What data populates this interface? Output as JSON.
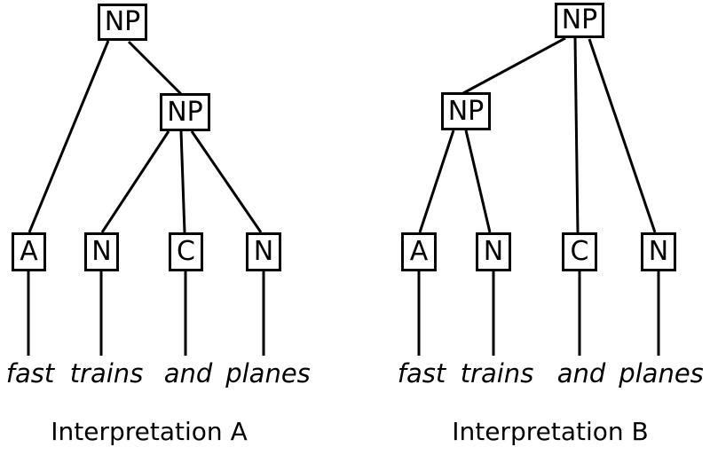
{
  "diagram_title": "",
  "sentence": "fast trains and planes",
  "colors": {
    "background": "#ffffff",
    "line": "#000000",
    "text": "#000000"
  },
  "trees": [
    {
      "caption": "Interpretation A",
      "nodes": {
        "root": "NP",
        "inner": "NP",
        "leaf1": "A",
        "leaf2": "N",
        "leaf3": "C",
        "leaf4": "N"
      },
      "words": [
        "fast",
        "trains",
        "and",
        "planes"
      ],
      "edges": [
        [
          "root",
          "leaf1"
        ],
        [
          "root",
          "inner"
        ],
        [
          "inner",
          "leaf2"
        ],
        [
          "inner",
          "leaf3"
        ],
        [
          "inner",
          "leaf4"
        ],
        [
          "leaf1",
          "word-fast"
        ],
        [
          "leaf2",
          "word-trains"
        ],
        [
          "leaf3",
          "word-and"
        ],
        [
          "leaf4",
          "word-planes"
        ]
      ]
    },
    {
      "caption": "Interpretation B",
      "nodes": {
        "root": "NP",
        "inner": "NP",
        "leaf1": "A",
        "leaf2": "N",
        "leaf3": "C",
        "leaf4": "N"
      },
      "words": [
        "fast",
        "trains",
        "and",
        "planes"
      ],
      "edges": [
        [
          "root",
          "inner"
        ],
        [
          "root",
          "leaf3"
        ],
        [
          "root",
          "leaf4"
        ],
        [
          "inner",
          "leaf1"
        ],
        [
          "inner",
          "leaf2"
        ],
        [
          "leaf1",
          "word-fast"
        ],
        [
          "leaf2",
          "word-trains"
        ],
        [
          "leaf3",
          "word-and"
        ],
        [
          "leaf4",
          "word-planes"
        ]
      ]
    }
  ]
}
